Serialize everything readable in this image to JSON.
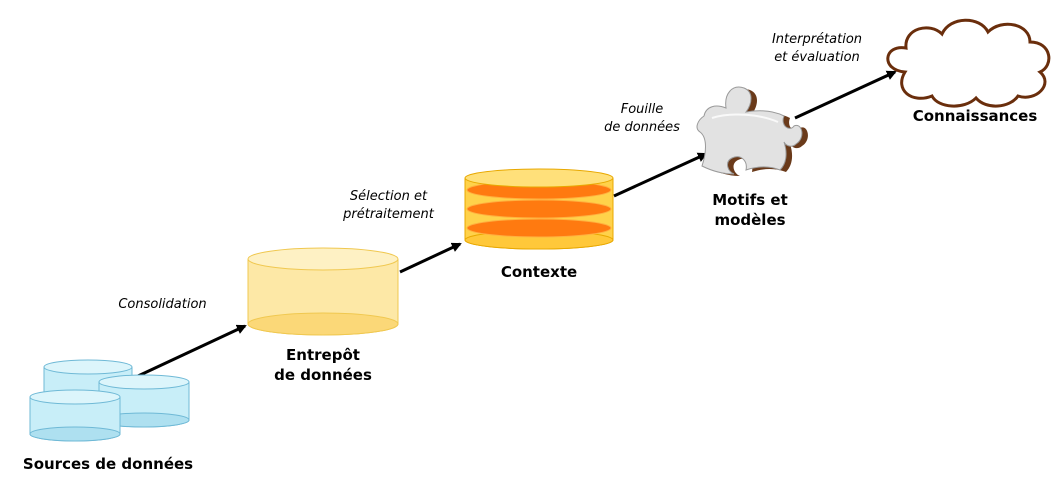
{
  "stages": {
    "sources": "Sources de données",
    "warehouse_line1": "Entrepôt",
    "warehouse_line2": "de données",
    "context": "Contexte",
    "patterns_line1": "Motifs et",
    "patterns_line2": "modèles",
    "knowledge": "Connaissances"
  },
  "steps": {
    "consolidation": "Consolidation",
    "selection_line1": "Sélection et",
    "selection_line2": "prétraitement",
    "mining_line1": "Fouille",
    "mining_line2": "de données",
    "interpretation_line1": "Interprétation",
    "interpretation_line2": "et évaluation"
  },
  "icons": {
    "sources": "database-cylinders-icon",
    "warehouse": "database-cylinder-icon",
    "context": "layered-database-icon",
    "patterns": "puzzle-piece-icon",
    "knowledge": "cloud-icon"
  },
  "colors": {
    "sources_fill": "#c8eef8",
    "sources_stroke": "#6fb9d6",
    "warehouse_fill": "#fde8a6",
    "warehouse_stroke": "#f0c850",
    "context_fill": "#ffd24a",
    "context_band": "#ff7a10",
    "puzzle_fill": "#e0e0e0",
    "puzzle_stroke": "#6a3a1a",
    "cloud_stroke": "#6a2e0c",
    "arrow": "#000000"
  }
}
